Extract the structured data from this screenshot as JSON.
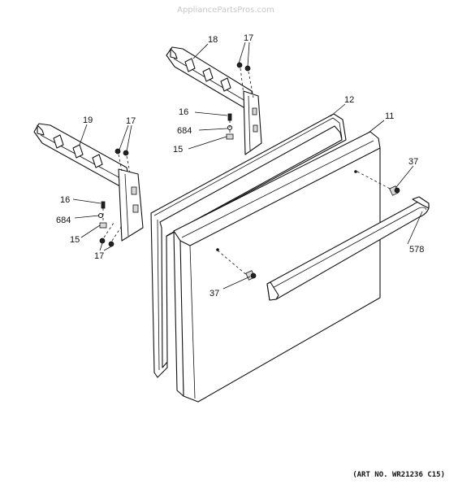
{
  "watermark": "AppliancePartsPros.com",
  "art_number": "(ART NO. WR21236 C15)",
  "callouts": {
    "hinge_upper": "18",
    "screws_upper": "17",
    "gasket": "12",
    "door": "11",
    "hinge_lower": "19",
    "screws_lower_top": "17",
    "pin_upper": "16",
    "washer_upper": "684",
    "bushing_upper": "15",
    "pin_lower": "16",
    "washer_lower": "684",
    "bushing_lower": "15",
    "screws_lower_bottom": "17",
    "handle_stud_right": "37",
    "handle_stud_left": "37",
    "handle": "578"
  }
}
